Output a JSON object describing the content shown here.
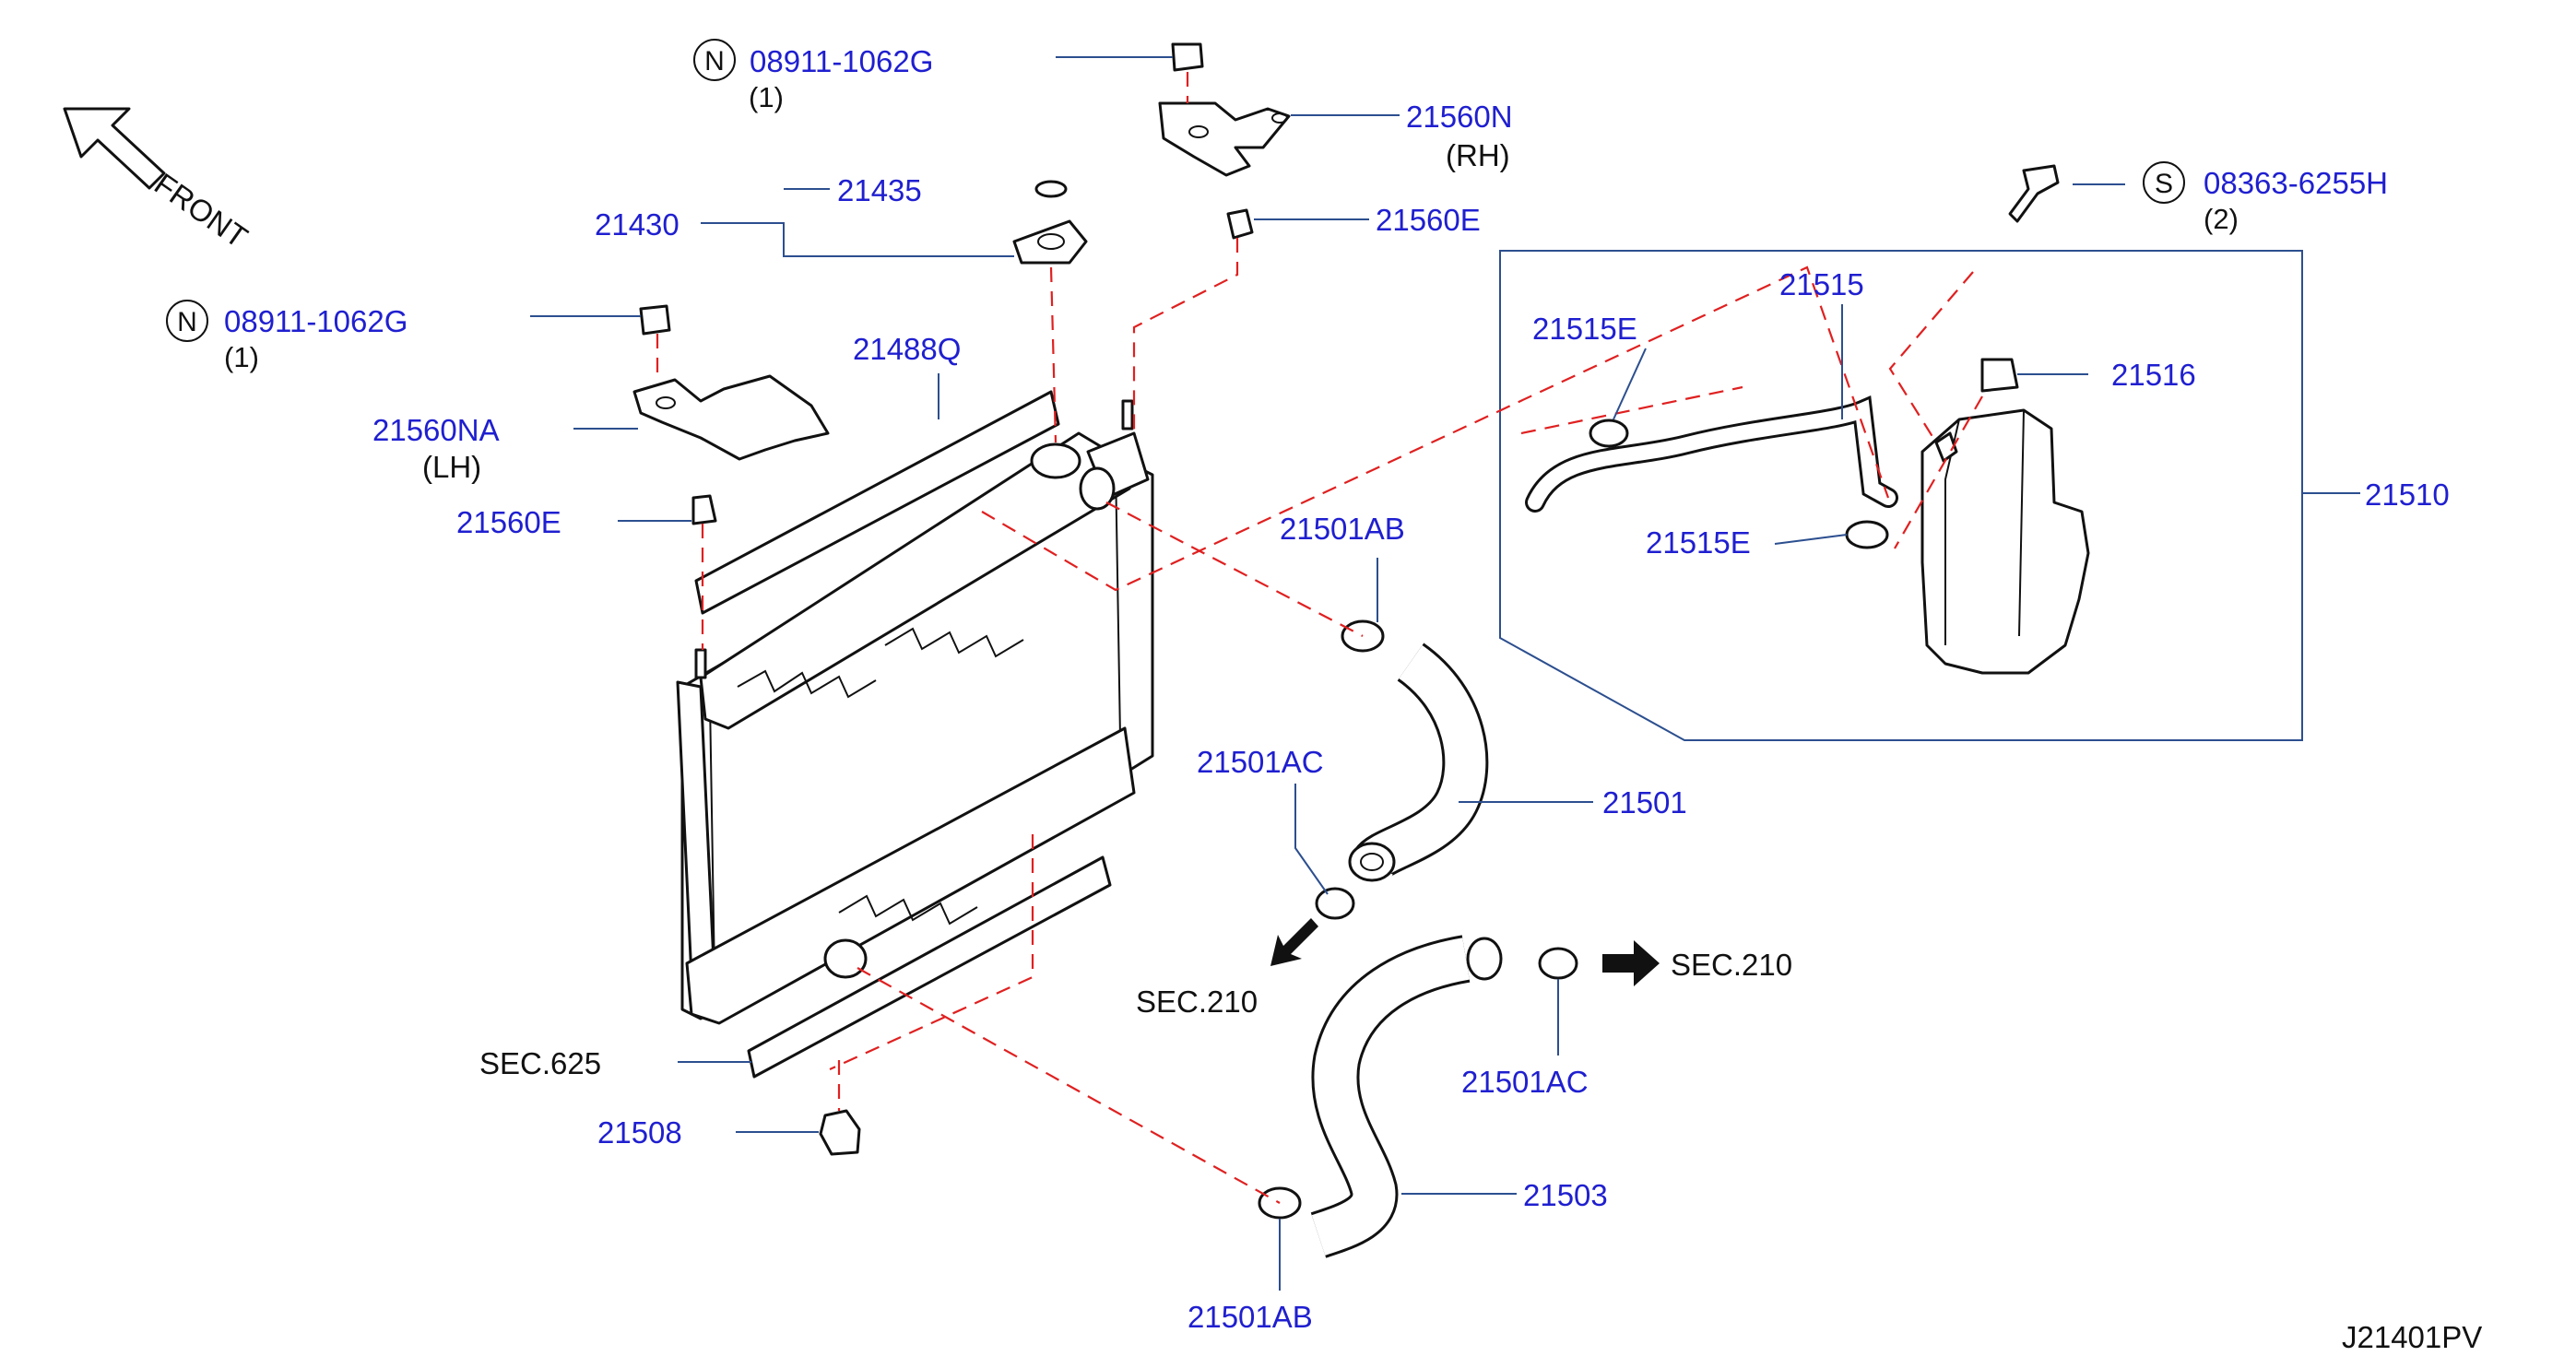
{
  "front_label": "FRONT",
  "diagram_code": "J21401PV",
  "parts": [
    {
      "id": "n1_code",
      "symbol": "N",
      "code": "08911-1062G",
      "qty": "(1)"
    },
    {
      "id": "n2_code",
      "symbol": "N",
      "code": "08911-1062G",
      "qty": "(1)"
    },
    {
      "id": "s_code",
      "symbol": "S",
      "code": "08363-6255H",
      "qty": "(2)"
    },
    {
      "id": "p21560N",
      "code": "21560N",
      "note": "(RH)"
    },
    {
      "id": "p21560NA",
      "code": "21560NA",
      "note": "(LH)"
    },
    {
      "id": "p21560E_r",
      "code": "21560E"
    },
    {
      "id": "p21560E_l",
      "code": "21560E"
    },
    {
      "id": "p21435",
      "code": "21435"
    },
    {
      "id": "p21430",
      "code": "21430"
    },
    {
      "id": "p21488Q",
      "code": "21488Q"
    },
    {
      "id": "p21515",
      "code": "21515"
    },
    {
      "id": "p21515E_a",
      "code": "21515E"
    },
    {
      "id": "p21515E_b",
      "code": "21515E"
    },
    {
      "id": "p21516",
      "code": "21516"
    },
    {
      "id": "p21510",
      "code": "21510"
    },
    {
      "id": "p21501AB_a",
      "code": "21501AB"
    },
    {
      "id": "p21501AB_b",
      "code": "21501AB"
    },
    {
      "id": "p21501AC_a",
      "code": "21501AC"
    },
    {
      "id": "p21501AC_b",
      "code": "21501AC"
    },
    {
      "id": "p21501",
      "code": "21501"
    },
    {
      "id": "p21503",
      "code": "21503"
    },
    {
      "id": "p21508",
      "code": "21508"
    }
  ],
  "sections": {
    "sec625": "SEC.625",
    "sec210_left": "SEC.210",
    "sec210_right": "SEC.210"
  }
}
